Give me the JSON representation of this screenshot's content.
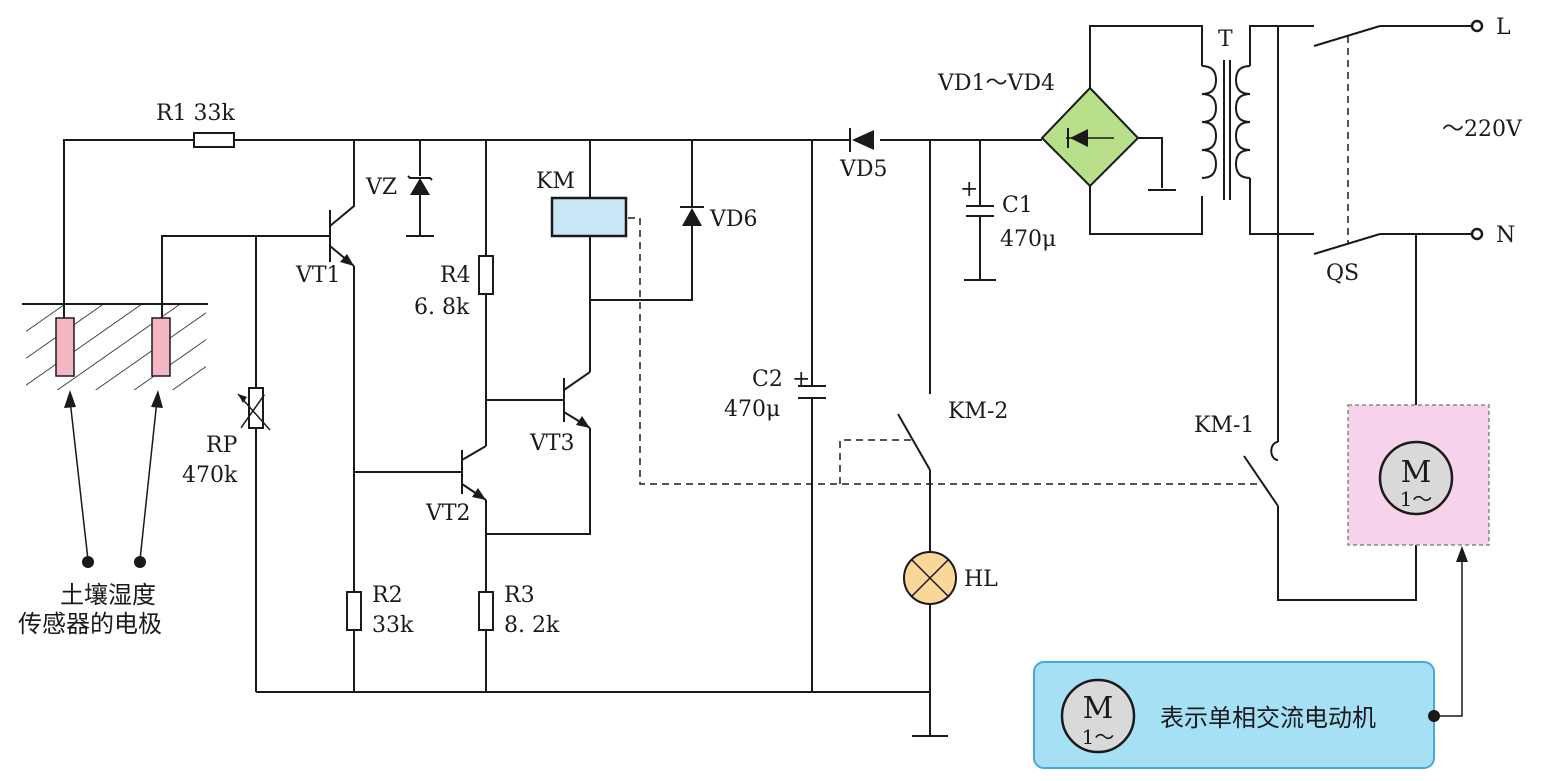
{
  "labels": {
    "r1": "R1  33k",
    "vz": "VZ",
    "km_coil": "KM",
    "vd6": "VD6",
    "vt1": "VT1",
    "r4_name": "R4",
    "r4_value": "6. 8k",
    "vt3": "VT3",
    "vt2": "VT2",
    "rp_name": "RP",
    "rp_value": "470k",
    "r2_name": "R2",
    "r2_value": "33k",
    "r3_name": "R3",
    "r3_value": "8. 2k",
    "vd5": "VD5",
    "c1_name": "C1",
    "c1_value": "470μ",
    "c2_name": "C2",
    "c2_value": "470μ",
    "plus": "+",
    "bridge": "VD1～VD4",
    "transformer": "T",
    "line_l": "L",
    "line_n": "N",
    "mains": "～220V",
    "qs": "QS",
    "km2": "KM-2",
    "km1": "KM-1",
    "hl": "HL",
    "motor_m": "M",
    "motor_phase": "1～",
    "sensor_line1": "土壤湿度",
    "sensor_line2": "传感器的电极"
  },
  "legend": {
    "symbol_m": "M",
    "symbol_phase": "1～",
    "text": "表示单相交流电动机"
  },
  "colors": {
    "wire": "#1a1a1a",
    "electrode": "#f4b6c2",
    "relay_coil": "#c8e6f5",
    "bridge": "#b8e08a",
    "lamp": "#f9d79a",
    "motor_box": "#f6d3ea",
    "motor_circle": "#d9d9d9",
    "legend_box": "#a6e0f5"
  }
}
